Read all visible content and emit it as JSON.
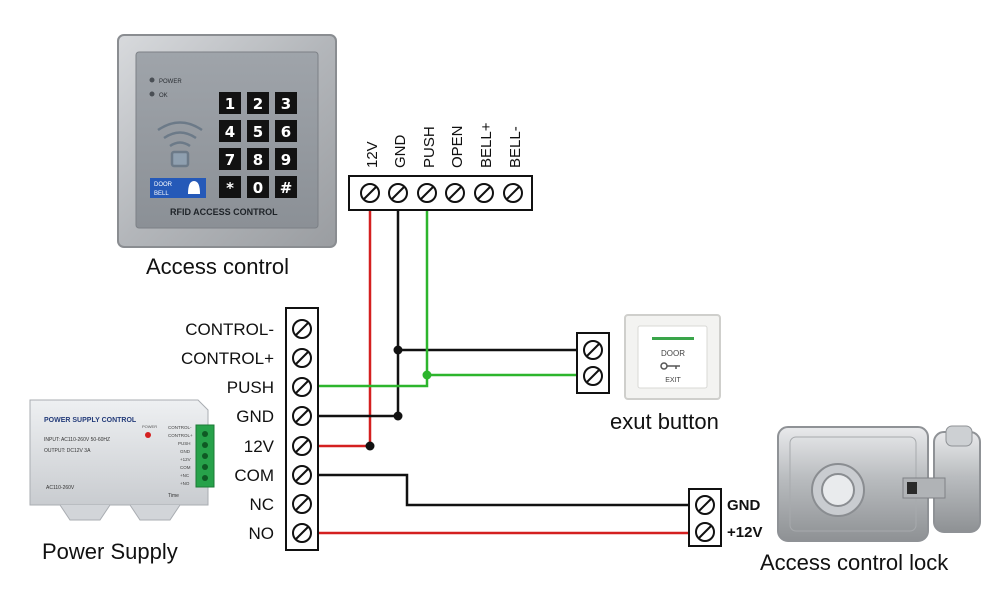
{
  "access_control": {
    "caption": "Access control",
    "panel_label": "RFID ACCESS CONTROL",
    "led_power": "POWER",
    "led_ok": "OK",
    "doorbell": [
      "DOOR",
      "BELL"
    ],
    "keys": [
      "1",
      "2",
      "3",
      "4",
      "5",
      "6",
      "7",
      "8",
      "9",
      "*",
      "0",
      "#"
    ]
  },
  "top_terminals": [
    "12V",
    "GND",
    "PUSH",
    "OPEN",
    "BELL+",
    "BELL-"
  ],
  "psu_terminals": [
    "CONTROL-",
    "CONTROL+",
    "PUSH",
    "GND",
    "12V",
    "COM",
    "NC",
    "NO"
  ],
  "power_supply": {
    "caption": "Power Supply",
    "title": "POWER SUPPLY CONTROL",
    "input": "INPUT: AC110-260V 50-60HZ",
    "output": "OUTPUT: DC12V 3A",
    "power_led": "POWER",
    "side_labels": [
      "CONTROL-",
      "CONTROL+",
      "PUSH",
      "GND",
      "+12V",
      "COM",
      "+NC",
      "+NO"
    ],
    "footer": "AC110-260V",
    "time": "Time"
  },
  "exit_button": {
    "caption": "exut button",
    "door": "DOOR",
    "exit": "EXIT"
  },
  "lock": {
    "caption": "Access control lock",
    "terminals": [
      "GND",
      "+12V"
    ]
  },
  "wire_colors": {
    "red": "#d42020",
    "black": "#111111",
    "green": "#2db52d"
  }
}
